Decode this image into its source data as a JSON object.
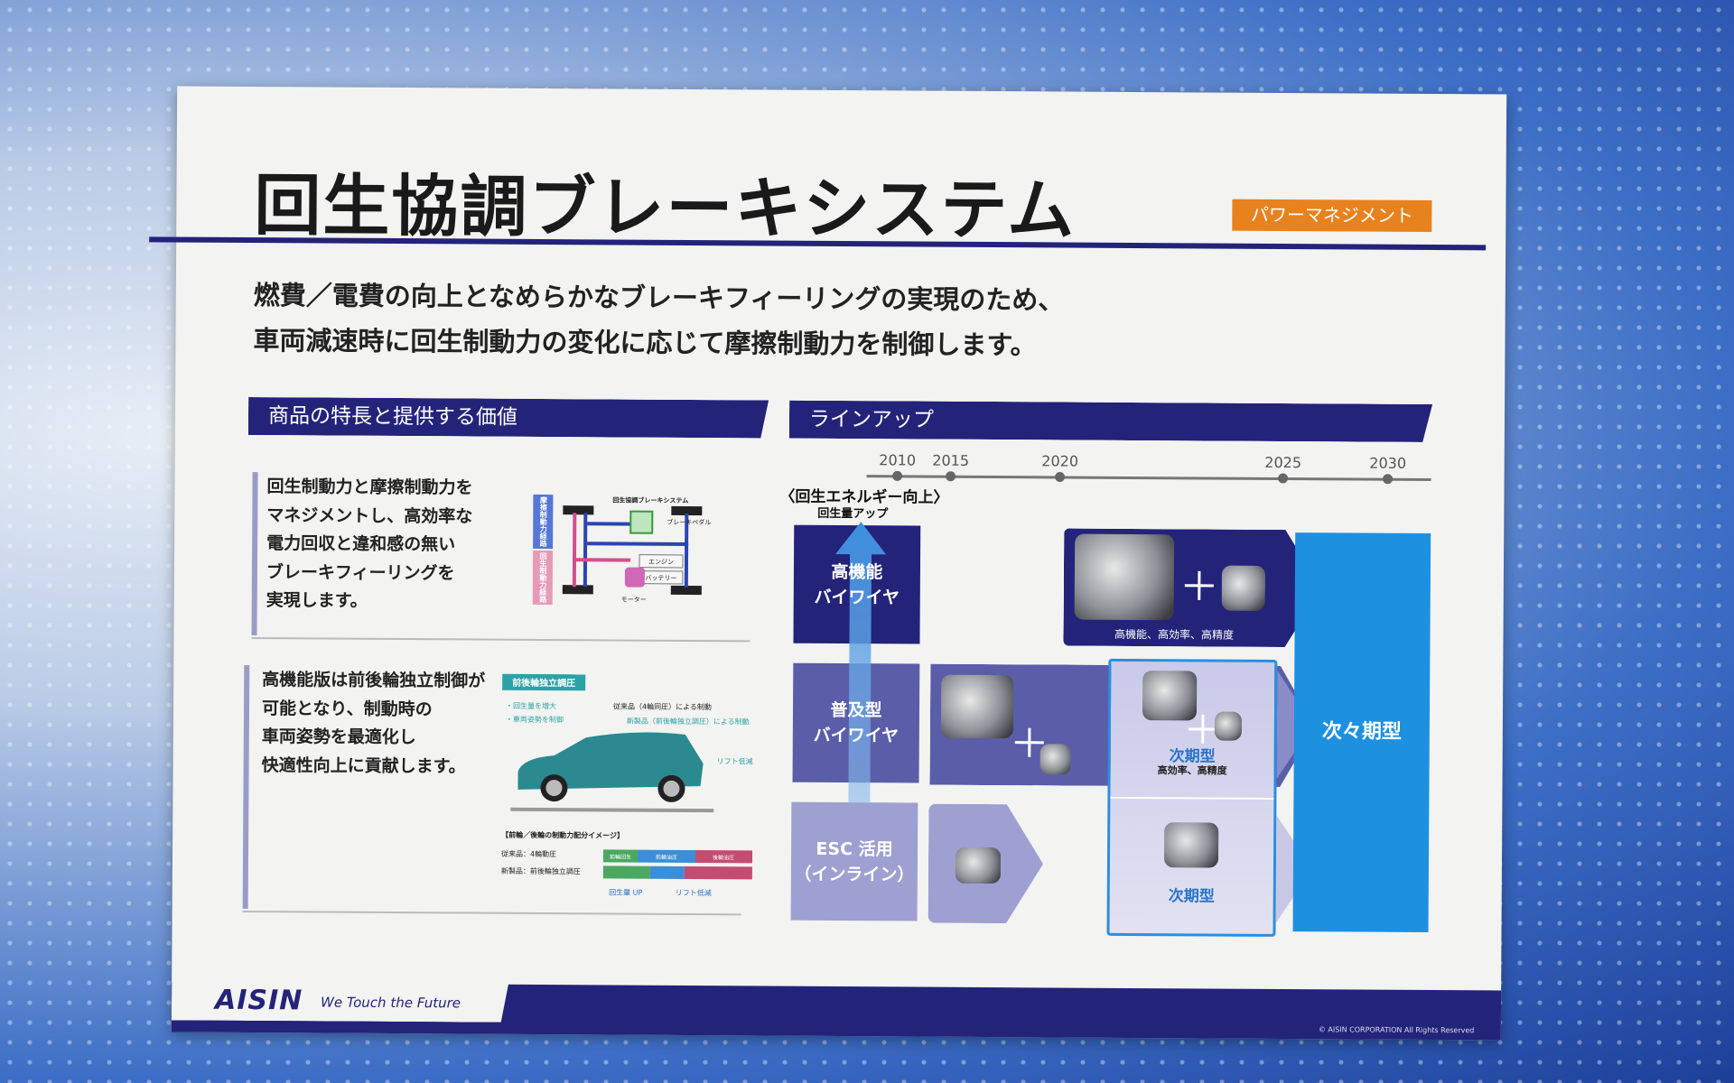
{
  "board": {
    "title": "回生協調ブレーキシステム",
    "category_tag": "パワーマネジメント",
    "intro": [
      "燃費／電費の向上となめらかなブレーキフィーリングの実現のため、",
      "車両減速時に回生制動力の変化に応じて摩擦制動力を制御します。"
    ],
    "features": {
      "header": "商品の特長と提供する価値",
      "block1": [
        "回生制動力と摩擦制動力を",
        "マネジメントし、高効率な",
        "電力回収と違和感の無い",
        "ブレーキフィーリングを",
        "実現します。"
      ],
      "diagram1": {
        "system": "回生協調ブレーキシステム",
        "friction": "摩擦制動力経路",
        "regen": "回生制動力経路",
        "pedal": "ブレーキペダル",
        "engine": "エンジン",
        "battery": "バッテリー",
        "motor": "モーター"
      },
      "block2": [
        "高機能版は前後輪独立制御が",
        "可能となり、制動時の",
        "車両姿勢を最適化し",
        "快適性向上に貢献します。"
      ],
      "diagram2": {
        "badge": "前後輪独立調圧",
        "bullets": [
          "・回生量を増大",
          "・車両姿勢を制御"
        ],
        "conventional": "従来品（4輪同圧）による制動",
        "new": "新製品（前後輪独立調圧）による制動",
        "lift": "リフト低減",
        "image_title": "【前輪／後輪の制動力配分イメージ】",
        "row1_label": "従来品：4輪動圧",
        "row2_label": "新製品：前後輪独立調圧",
        "seg_front_regen": "前輪回生",
        "seg_front_hyd": "前輪油圧",
        "seg_rear_hyd": "後輪油圧",
        "regen_up": "回生量 UP",
        "lift_down": "リフト低減"
      }
    },
    "lineup": {
      "header": "ラインアップ",
      "years": [
        "2010",
        "2015",
        "2020",
        "2025",
        "2030"
      ],
      "regen_title": "〈回生エネルギー向上〉",
      "regen_sub": "回生量アップ",
      "rows": [
        {
          "label": "高機能\nバイワイヤ"
        },
        {
          "label": "普及型\nバイワイヤ"
        },
        {
          "label": "ESC 活用\n（インライン）"
        }
      ],
      "row1_caption": "高機能、高効率、高精度",
      "next_label": "次期型",
      "next_caption": "高効率、高精度",
      "next_label2": "次期型",
      "after_next": "次々期型",
      "plus": "＋"
    },
    "footer": {
      "logo": "AISIN",
      "slogan": "We Touch the Future",
      "copyright": "© AISIN CORPORATION All Rights Reserved"
    }
  },
  "colors": {
    "navy": "#23237a",
    "orange": "#e8821e",
    "accent_blue": "#1e90e0",
    "slate": "#5a5ea8",
    "lavender": "#9ea0d2",
    "teal": "#2aa3a8"
  }
}
